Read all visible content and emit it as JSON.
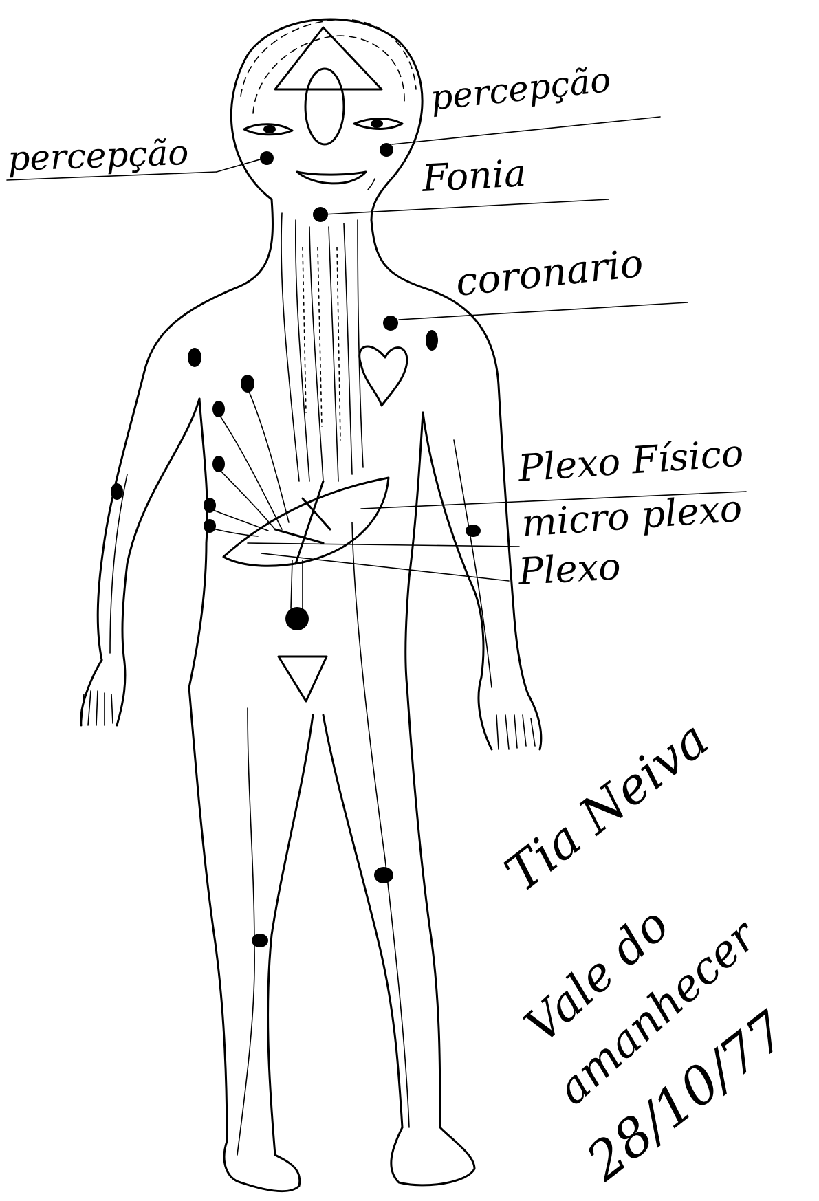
{
  "labels": {
    "percepcao_right": "percepção",
    "percepcao_left": "percepção",
    "fonia": "Fonia",
    "coronario": "coronario",
    "plexo_fisico": "Plexo Físico",
    "micro_plexo": "micro plexo",
    "plexo": "Plexo"
  },
  "signature": {
    "author": "Tia Neiva",
    "place_line1": "Vale do",
    "place_line2": "amanhecer",
    "date": "28/10/77"
  }
}
